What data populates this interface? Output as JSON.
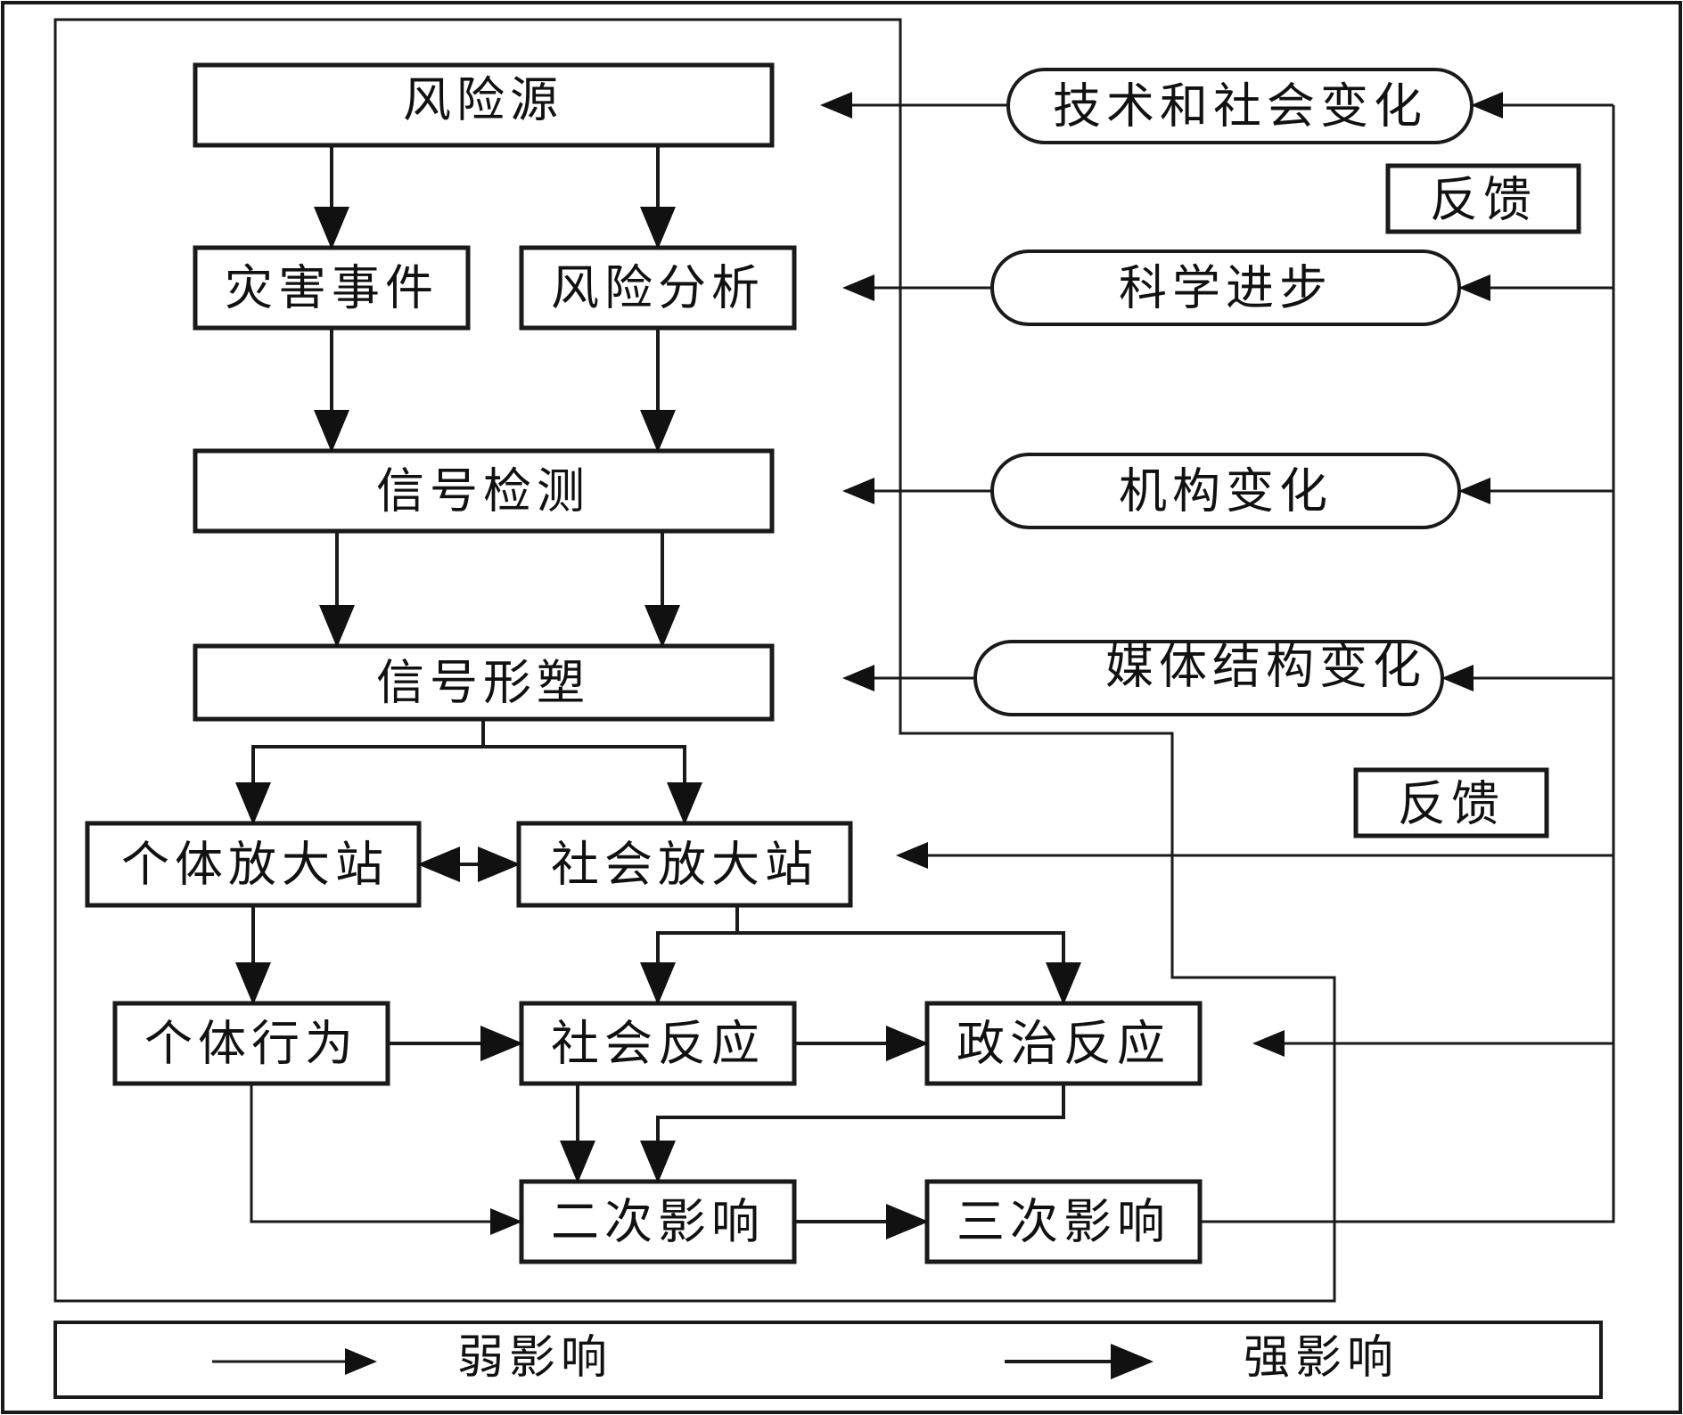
{
  "nodes": {
    "risk_source": "风险源",
    "hazard_event": "灾害事件",
    "risk_analysis": "风险分析",
    "signal_detection": "信号检测",
    "signal_shaping": "信号形塑",
    "individual_station": "个体放大站",
    "social_station": "社会放大站",
    "individual_behavior": "个体行为",
    "social_response": "社会反应",
    "political_response": "政治反应",
    "secondary_impact": "二次影响",
    "tertiary_impact": "三次影响"
  },
  "external": {
    "tech_social_change": "技术和社会变化",
    "science_progress": "科学进步",
    "institutional_change": "机构变化",
    "media_structure_change": "媒体结构变化"
  },
  "feedback": {
    "top": "反馈",
    "bottom": "反馈"
  },
  "legend": {
    "weak": "弱影响",
    "strong": "强影响"
  }
}
